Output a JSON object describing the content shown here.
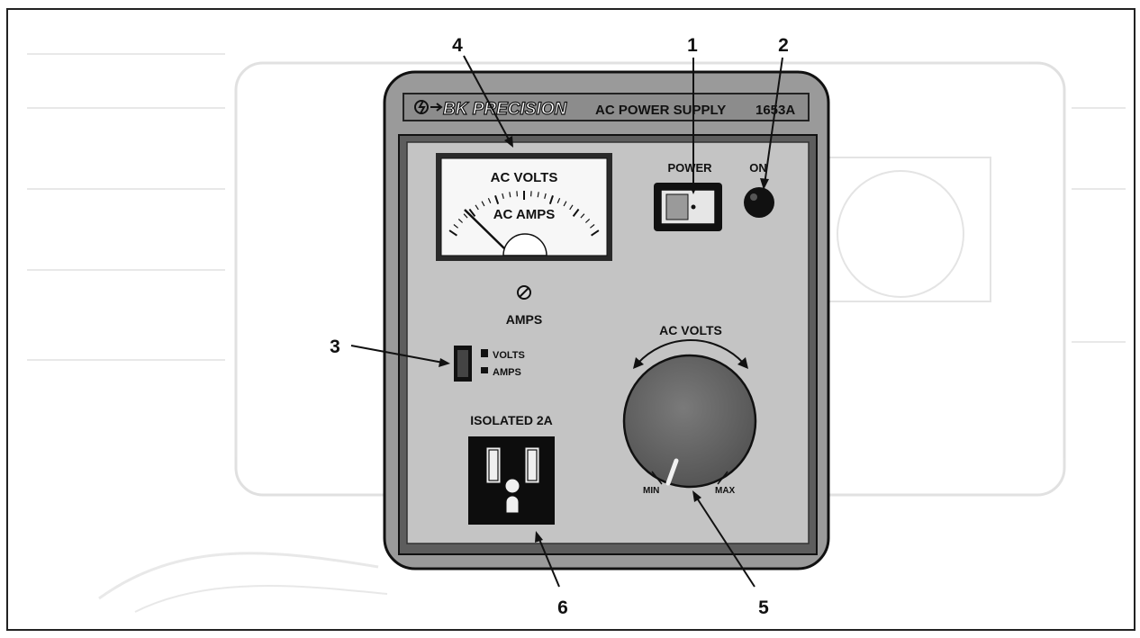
{
  "device": {
    "brand": "BK PRECISION",
    "product": "AC POWER SUPPLY",
    "model": "1653A"
  },
  "meter": {
    "label_volts": "AC VOLTS",
    "label_amps": "AC AMPS"
  },
  "controls": {
    "power_label": "POWER",
    "on_label": "ON",
    "amps_label": "AMPS",
    "switch_volts": "VOLTS",
    "switch_amps": "AMPS",
    "knob_label": "AC VOLTS",
    "knob_min": "MIN",
    "knob_max": "MAX",
    "outlet_label": "ISOLATED 2A"
  },
  "callouts": [
    "1",
    "2",
    "3",
    "4",
    "5",
    "6"
  ],
  "colors": {
    "panel": "#9a9a9a",
    "face": "#c4c4c4",
    "dark": "#111111"
  }
}
